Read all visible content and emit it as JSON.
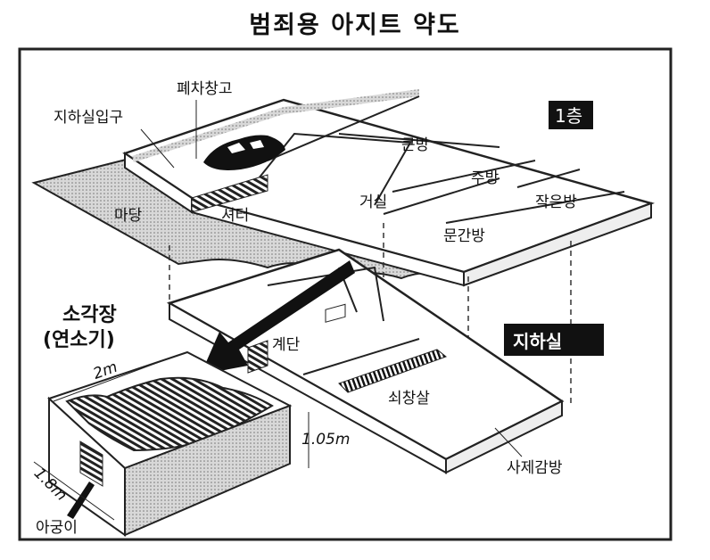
{
  "title": "범죄용 아지트 약도",
  "labels": {
    "garage": "폐차창고",
    "basement_entrance": "지하실입구",
    "floor1": "1층",
    "big_room": "큰방",
    "kitchen": "주방",
    "living_room": "거실",
    "small_room": "작은방",
    "entry_room": "문간방",
    "yard": "마당",
    "shutter": "셔터",
    "incinerator": "소각장",
    "incinerator_sub": "(연소기)",
    "basement": "지하실",
    "stairs": "계단",
    "iron_bars": "쇠창살",
    "private_cell": "사제감방",
    "dim_width": "2m",
    "dim_height": "1.05m",
    "dim_depth": "1.8m",
    "furnace_mouth": "아궁이"
  }
}
